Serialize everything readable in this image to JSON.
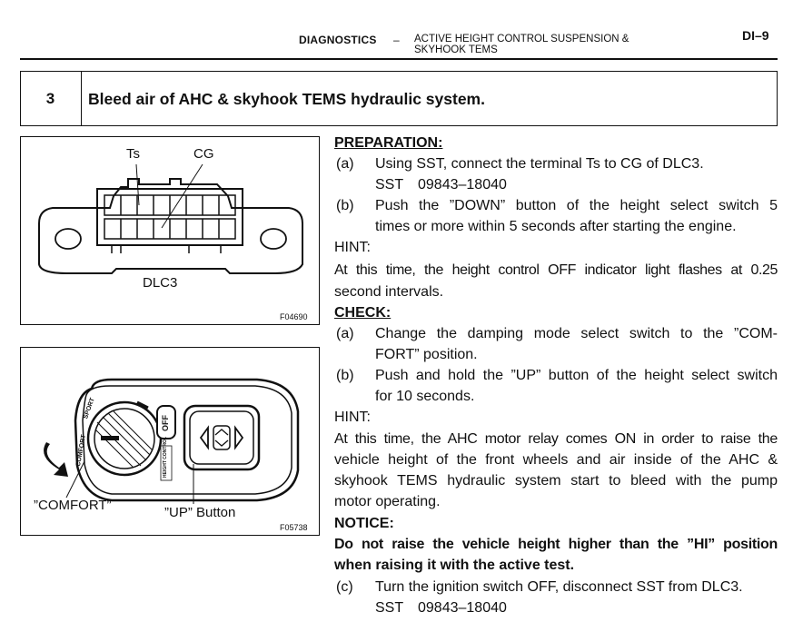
{
  "header": {
    "section": "DIAGNOSTICS",
    "dash": "–",
    "title_line1": "ACTIVE HEIGHT CONTROL SUSPENSION &",
    "title_line2": "SKYHOOK TEMS",
    "page": "DI–9"
  },
  "step": {
    "number": "3",
    "title": "Bleed air of AHC & skyhook TEMS hydraulic system."
  },
  "figure1": {
    "label_ts": "Ts",
    "label_cg": "CG",
    "label_dlc": "DLC3",
    "code": "F04690"
  },
  "figure2": {
    "label_comfort": "”COMFORT”",
    "label_up": "”UP” Button",
    "knob_sport": "SPORT",
    "knob_comfort": "COMFORT",
    "off_label": "OFF",
    "height_label": "HEIGHT CONTROL",
    "code": "F05738"
  },
  "preparation": {
    "heading": "PREPARATION:",
    "a_label": "(a)",
    "a_text": "Using SST, connect the terminal Ts to CG of DLC3.",
    "a_sst": "SST",
    "a_sst_num": "09843–18040",
    "b_label": "(b)",
    "b_line1": "Push the ”DOWN” button of the height select switch 5",
    "b_line2": "times or more within 5 seconds after starting the engine.",
    "hint": "HINT:",
    "hint_line1": "At this time, the height control OFF indicator light flashes at 0.25",
    "hint_line2": "second intervals."
  },
  "check": {
    "heading": "CHECK:",
    "a_label": "(a)",
    "a_line1": "Change the damping mode select switch to the ”COM-",
    "a_line2": "FORT” position.",
    "b_label": "(b)",
    "b_line1": "Push and hold the ”UP” button of the height select switch",
    "b_line2": "for 10 seconds.",
    "hint": "HINT:",
    "hint_line1": "At this time, the AHC motor relay comes ON in order to raise the",
    "hint_line2": "vehicle height of the front wheels and air inside of the AHC &",
    "hint_line3": "skyhook TEMS hydraulic system start to bleed with the pump",
    "hint_line4": "motor operating."
  },
  "notice": {
    "heading": "NOTICE:",
    "line1": "Do not raise the vehicle height higher than the ”HI” position",
    "line2": "when raising it with the active test.",
    "c_label": "(c)",
    "c_text": "Turn the ignition switch OFF, disconnect SST from DLC3.",
    "c_sst": "SST",
    "c_sst_num": "09843–18040"
  }
}
